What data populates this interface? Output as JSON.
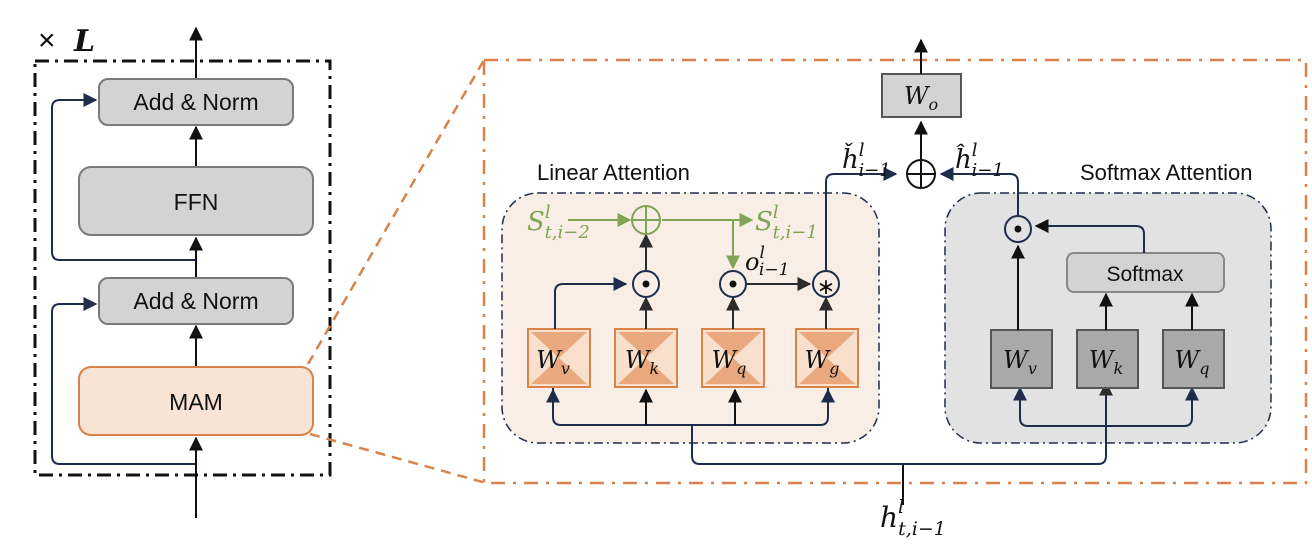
{
  "colors": {
    "black": "#111111",
    "navy": "#1f2d4d",
    "orange": "#d9824a",
    "orange_fill": "#f8e3d4",
    "orange_box_fill": "#f2c8a6",
    "orange_tri": "#e8a57a",
    "linear_bg": "#f9eee5",
    "softmax_bg": "#e2e2e2",
    "gray_box": "#d3d3d3",
    "dark_gray_box": "#a9a9a9",
    "green": "#7ea454"
  },
  "left_block": {
    "repeat_label_times": "×",
    "repeat_label_L": "L",
    "add_norm_top": "Add & Norm",
    "ffn": "FFN",
    "add_norm_bottom": "Add & Norm",
    "mam": "MAM"
  },
  "output_proj": {
    "label": "W",
    "sub": "o"
  },
  "merge_left_label": {
    "base": "ȟ",
    "sup": "l",
    "sub": "i−1"
  },
  "merge_right_label": {
    "base": "ĥ",
    "sup": "l",
    "sub": "i−1"
  },
  "linear_attention": {
    "title": "Linear Attention",
    "state_in": {
      "base": "S",
      "sup": "l",
      "sub": "t,i−2"
    },
    "state_out": {
      "base": "S",
      "sup": "l",
      "sub": "t,i−1"
    },
    "output": {
      "base": "o",
      "sup": "l",
      "sub": "i−1"
    },
    "weights": [
      {
        "label": "W",
        "sub": "v"
      },
      {
        "label": "W",
        "sub": "k"
      },
      {
        "label": "W",
        "sub": "q"
      },
      {
        "label": "W",
        "sub": "g"
      }
    ],
    "ops": {
      "hadamard": "⊙",
      "add": "⊕",
      "gate": "∗"
    }
  },
  "softmax_attention": {
    "title": "Softmax Attention",
    "softmax_label": "Softmax",
    "weights": [
      {
        "label": "W",
        "sub": "v"
      },
      {
        "label": "W",
        "sub": "k"
      },
      {
        "label": "W",
        "sub": "q"
      }
    ]
  },
  "input_label": {
    "base": "h",
    "sup": "l",
    "sub": "t,i−1"
  }
}
